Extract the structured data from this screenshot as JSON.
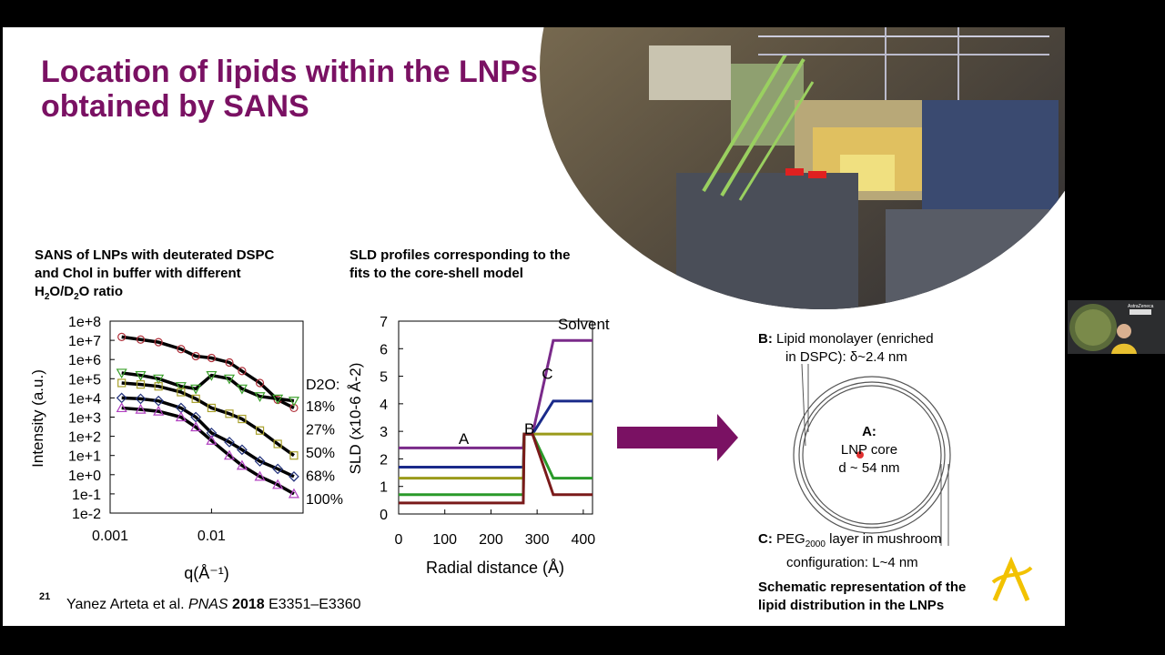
{
  "slide": {
    "title_line1": "Location of lipids within the LNPs",
    "title_line2": "obtained by SANS",
    "page_number": "21",
    "reference": {
      "authors": "Yanez Arteta et al.",
      "journal": "PNAS",
      "year": "2018",
      "pages": "E3351–E3360"
    },
    "left_caption": {
      "line1": "SANS of LNPs with deuterated DSPC",
      "line2": "and Chol in buffer with different",
      "line3_a": "H",
      "line3_sub1": "2",
      "line3_b": "O/D",
      "line3_sub2": "2",
      "line3_c": "O ratio"
    },
    "mid_caption": {
      "line1": "SLD profiles corresponding to the",
      "line2": "fits to the core-shell model"
    },
    "schematic": {
      "label_b_bold": "B:",
      "label_b_line1": " Lipid monolayer (enriched",
      "label_b_line2": "in DSPC): δ~2.4 nm",
      "label_a_bold": "A:",
      "label_a_line1": "LNP core",
      "label_a_line2": "d ~ 54 nm",
      "label_c_bold": "C:",
      "label_c_pre": " PEG",
      "label_c_sub": "2000",
      "label_c_post": " layer in mushroom",
      "label_c_line2": "configuration: L~4 nm",
      "caption_line1": "Schematic representation of the",
      "caption_line2": "lipid distribution in the LNPs"
    },
    "webcam": {
      "logo_text": "AstraZeneca"
    },
    "colors": {
      "title": "#7a1163",
      "arrow": "#7a1163"
    }
  },
  "chart_data": [
    {
      "type": "scatter",
      "title": "",
      "xlabel": "q(Å⁻¹)",
      "ylabel": "Intensity (a.u.)",
      "xscale": "log",
      "yscale": "log",
      "xlim": [
        0.001,
        0.08
      ],
      "ylim": [
        0.01,
        100000000
      ],
      "x_ticks": [
        {
          "v": 0.001,
          "label": "0.001"
        },
        {
          "v": 0.01,
          "label": "0.01"
        }
      ],
      "y_ticks": [
        "1e-2",
        "1e-1",
        "1e+0",
        "1e+1",
        "1e+2",
        "1e+3",
        "1e+4",
        "1e+5",
        "1e+6",
        "1e+7",
        "1e+8"
      ],
      "legend_title": "D2O:",
      "legend_placement": "right",
      "grid": false,
      "series": [
        {
          "name": "18%",
          "color": "#b0303a",
          "marker": "circle",
          "x": [
            0.0013,
            0.002,
            0.003,
            0.005,
            0.007,
            0.01,
            0.015,
            0.02,
            0.03,
            0.045,
            0.065
          ],
          "y": [
            15000000,
            11000000,
            8000000,
            3500000,
            1500000,
            1200000,
            700000,
            250000,
            60000,
            8000,
            3000
          ]
        },
        {
          "name": "27%",
          "color": "#3aa02a",
          "marker": "triangle-down",
          "x": [
            0.0013,
            0.002,
            0.003,
            0.005,
            0.007,
            0.01,
            0.015,
            0.02,
            0.03,
            0.045,
            0.065
          ],
          "y": [
            200000,
            150000,
            100000,
            40000,
            30000,
            150000,
            100000,
            30000,
            12000,
            9000,
            7000
          ]
        },
        {
          "name": "50%",
          "color": "#a8a02a",
          "marker": "square",
          "x": [
            0.0013,
            0.002,
            0.003,
            0.005,
            0.007,
            0.01,
            0.015,
            0.02,
            0.03,
            0.045,
            0.065
          ],
          "y": [
            60000,
            50000,
            40000,
            20000,
            9000,
            3000,
            1500,
            800,
            200,
            40,
            10
          ]
        },
        {
          "name": "68%",
          "color": "#20307a",
          "marker": "diamond",
          "x": [
            0.0013,
            0.002,
            0.003,
            0.005,
            0.007,
            0.01,
            0.015,
            0.02,
            0.03,
            0.045,
            0.065
          ],
          "y": [
            10000,
            9000,
            7000,
            3000,
            1000,
            150,
            50,
            20,
            5,
            2,
            0.8
          ]
        },
        {
          "name": "100%",
          "color": "#b040c0",
          "marker": "triangle-up",
          "x": [
            0.0013,
            0.002,
            0.003,
            0.005,
            0.007,
            0.01,
            0.015,
            0.02,
            0.03,
            0.045,
            0.065
          ],
          "y": [
            3000,
            2500,
            2000,
            1000,
            300,
            60,
            10,
            3,
            0.8,
            0.3,
            0.1
          ]
        }
      ]
    },
    {
      "type": "line",
      "title": "",
      "xlabel": "Radial distance (Å)",
      "ylabel": "SLD (x10-6 Å-2)",
      "xlim": [
        0,
        420
      ],
      "ylim": [
        0,
        7
      ],
      "x_ticks": [
        0,
        100,
        200,
        300,
        400
      ],
      "y_ticks": [
        0,
        1,
        2,
        3,
        4,
        5,
        6,
        7
      ],
      "grid": false,
      "annotations": [
        {
          "text": "A",
          "x": 130,
          "y": 2.55
        },
        {
          "text": "B",
          "x": 272,
          "y": 2.9
        },
        {
          "text": "C",
          "x": 310,
          "y": 4.9
        },
        {
          "text": "Solvent",
          "x": 345,
          "y": 6.7
        }
      ],
      "series": [
        {
          "color": "#7a2a8a",
          "x": [
            0,
            270,
            272,
            290,
            335,
            420
          ],
          "y": [
            2.4,
            2.4,
            2.9,
            2.9,
            6.3,
            6.3
          ]
        },
        {
          "color": "#1a2a8a",
          "x": [
            0,
            270,
            272,
            290,
            335,
            420
          ],
          "y": [
            1.7,
            1.7,
            2.9,
            2.9,
            4.1,
            4.1
          ]
        },
        {
          "color": "#9a9a1a",
          "x": [
            0,
            270,
            272,
            290,
            335,
            420
          ],
          "y": [
            1.3,
            1.3,
            2.9,
            2.9,
            2.9,
            2.9
          ]
        },
        {
          "color": "#2a9a2a",
          "x": [
            0,
            270,
            272,
            290,
            335,
            420
          ],
          "y": [
            0.7,
            0.7,
            2.9,
            2.9,
            1.3,
            1.3
          ]
        },
        {
          "color": "#7a1a1a",
          "x": [
            0,
            270,
            272,
            290,
            335,
            420
          ],
          "y": [
            0.4,
            0.4,
            2.9,
            2.9,
            0.7,
            0.7
          ]
        }
      ]
    }
  ]
}
